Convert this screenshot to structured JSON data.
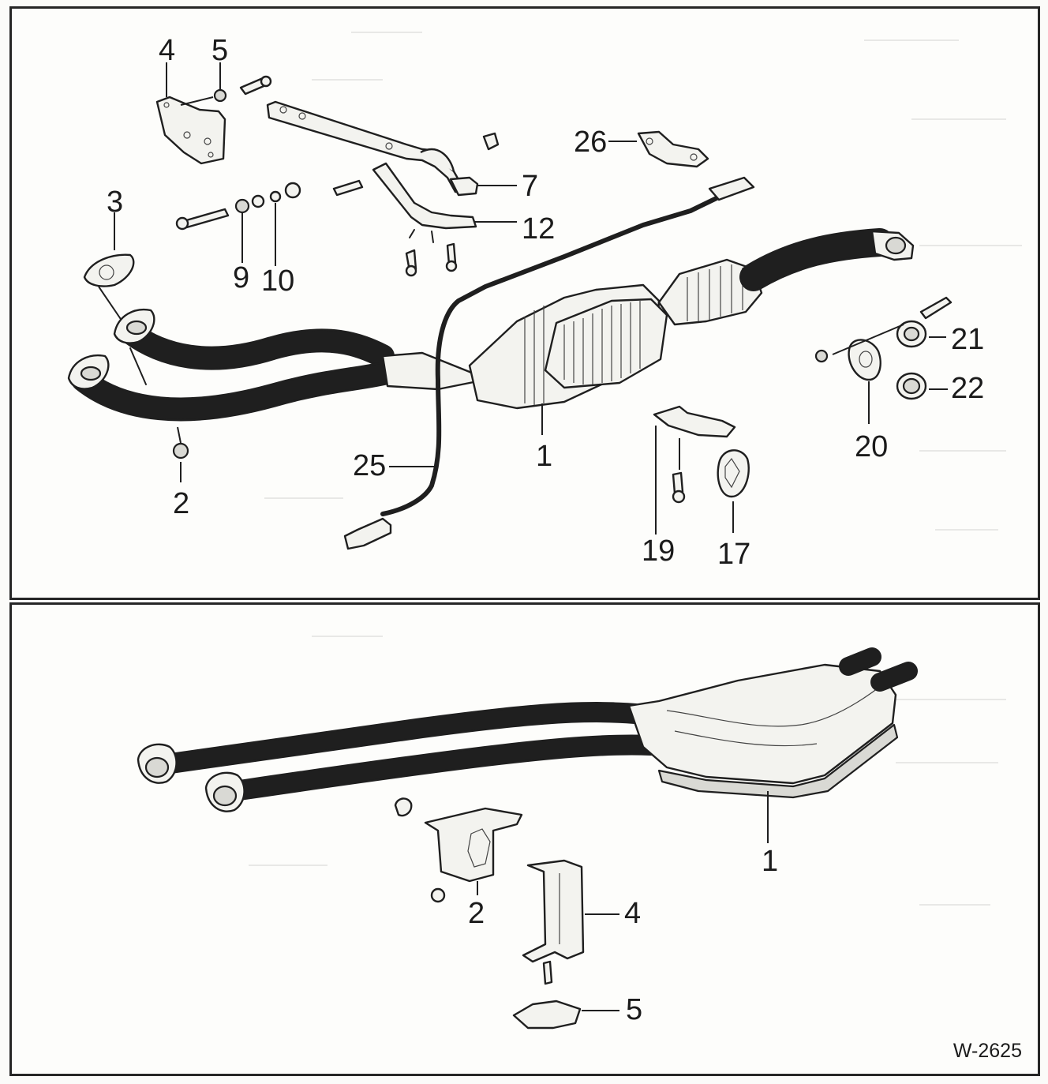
{
  "drawing_ref": "W-2625",
  "top_panel": {
    "callouts": [
      {
        "id": "top-4",
        "label": "4"
      },
      {
        "id": "top-5",
        "label": "5"
      },
      {
        "id": "top-26",
        "label": "26"
      },
      {
        "id": "top-3",
        "label": "3"
      },
      {
        "id": "top-7",
        "label": "7"
      },
      {
        "id": "top-12",
        "label": "12"
      },
      {
        "id": "top-9",
        "label": "9"
      },
      {
        "id": "top-10",
        "label": "10"
      },
      {
        "id": "top-21",
        "label": "21"
      },
      {
        "id": "top-22",
        "label": "22"
      },
      {
        "id": "top-20",
        "label": "20"
      },
      {
        "id": "top-1",
        "label": "1"
      },
      {
        "id": "top-25",
        "label": "25"
      },
      {
        "id": "top-2",
        "label": "2"
      },
      {
        "id": "top-19",
        "label": "19"
      },
      {
        "id": "top-17",
        "label": "17"
      }
    ]
  },
  "bottom_panel": {
    "callouts": [
      {
        "id": "bot-1",
        "label": "1"
      },
      {
        "id": "bot-2",
        "label": "2"
      },
      {
        "id": "bot-4",
        "label": "4"
      },
      {
        "id": "bot-5",
        "label": "5"
      }
    ]
  }
}
